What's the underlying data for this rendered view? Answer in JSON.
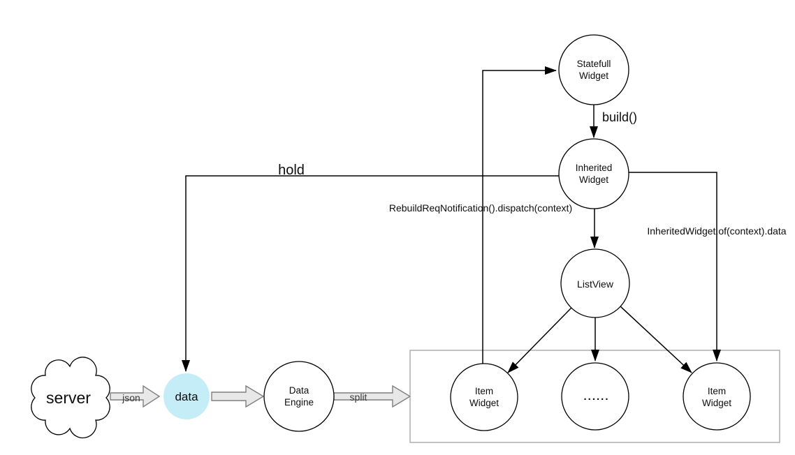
{
  "nodes": {
    "server": {
      "label": "server"
    },
    "data": {
      "label": "data"
    },
    "data_engine": {
      "line1": "Data",
      "line2": "Engine"
    },
    "statefull_widget": {
      "line1": "Statefull",
      "line2": "Widget"
    },
    "inherited_widget": {
      "line1": "Inherited",
      "line2": "Widget"
    },
    "list_view": {
      "label": "ListView"
    },
    "item_widget_left": {
      "line1": "Item",
      "line2": "Widget"
    },
    "item_placeholder": {
      "label": "......"
    },
    "item_widget_right": {
      "line1": "Item",
      "line2": "Widget"
    }
  },
  "edges": {
    "json_label": "json",
    "split_label": "split",
    "build_label": "build()",
    "hold_label": "hold",
    "rebuild_label": "RebuildReqNotification().dispatch(context)",
    "inherited_of_label": "InheritedWidget.of(context).data"
  },
  "colors": {
    "line": "#000000",
    "container_border": "#9b9b9b",
    "block_arrow_fill": "#e8e8e8",
    "block_arrow_border": "#7f7f7f",
    "data_node_fill": "#c5edf7",
    "data_node_text": "#9aa5ab"
  }
}
